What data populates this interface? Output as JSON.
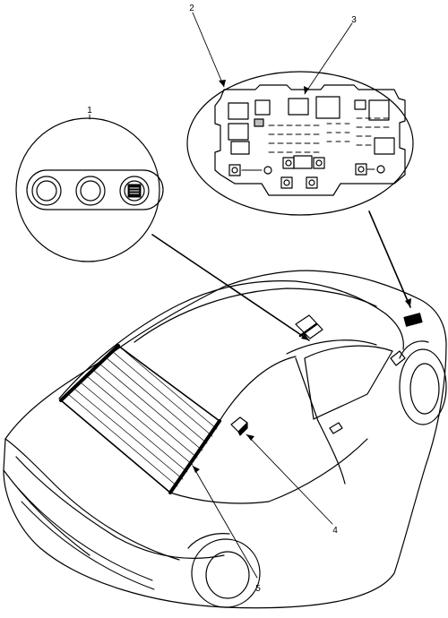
{
  "callouts": {
    "c1": "1",
    "c2": "2",
    "c3": "3",
    "c4": "4",
    "c5": "5"
  },
  "colors": {
    "ink": "#000000",
    "paper": "#ffffff",
    "shade": "#bfbfbf"
  },
  "icons": {
    "rear_defogger_symbol": "rear-window-defogger-icon"
  }
}
